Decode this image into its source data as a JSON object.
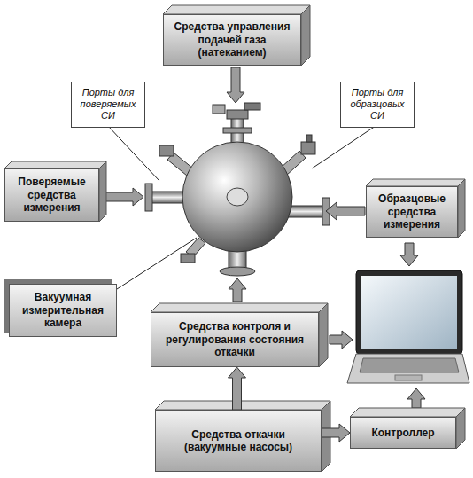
{
  "diagram": {
    "nodes": [
      {
        "text": [
          "Средства управления подачей газа (натеканием)"
        ]
      },
      {
        "text": [
          "Порты для поверяемых СИ"
        ]
      },
      {
        "text": [
          "Порты для образцовых СИ"
        ]
      },
      {
        "text": [
          "Поверяемые средства измерения"
        ]
      },
      {
        "text": [
          "Образцовые средства измерения"
        ]
      },
      {
        "text": [
          "Вакуумная измерительная камера"
        ]
      },
      {
        "text": [
          "Средства контроля и регулирования состояния откачки"
        ]
      },
      {
        "text": [
          "Средства откачки (вакуумные насосы)"
        ]
      },
      {
        "text": [
          "Контроллер"
        ]
      }
    ],
    "edges": [
      {
        "from": 7,
        "to": 6,
        "arrow": "to"
      },
      {
        "from": 7,
        "to": 8,
        "arrow": "to"
      }
    ]
  }
}
